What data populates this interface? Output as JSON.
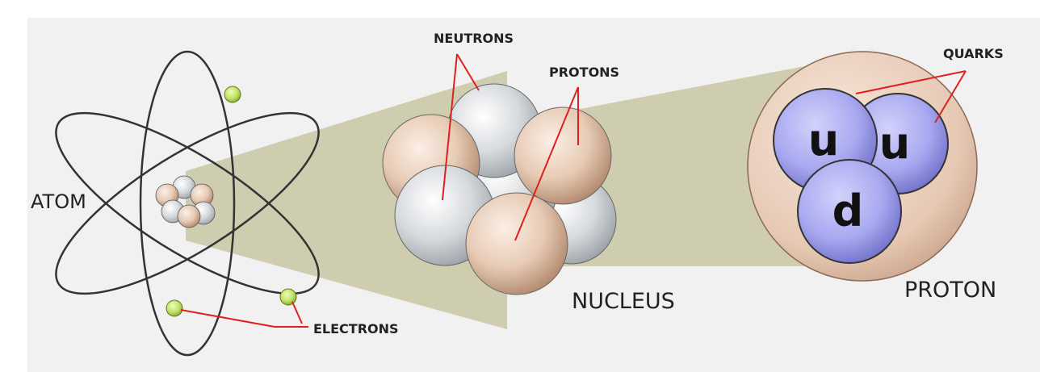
{
  "title": "",
  "labels": {
    "atom": "ATOM",
    "electrons": "ELECTRONS",
    "neutrons": "NEUTRONS",
    "protons": "PROTONS",
    "nucleus": "NUCLEUS",
    "quarks": "QUARKS",
    "proton": "PROTON"
  },
  "quarks": [
    "u",
    "u",
    "d"
  ],
  "colors": {
    "title": "#e8141b",
    "panel_bg": "#f1f1f1",
    "zoom_cone": "#cfcdb0",
    "orbit": "#333333",
    "electron": "#bfe065",
    "neutron": "#d6dadd",
    "proton": "#e7cbb5",
    "quark": "#a8a8f0",
    "callout_line": "#e02020"
  }
}
